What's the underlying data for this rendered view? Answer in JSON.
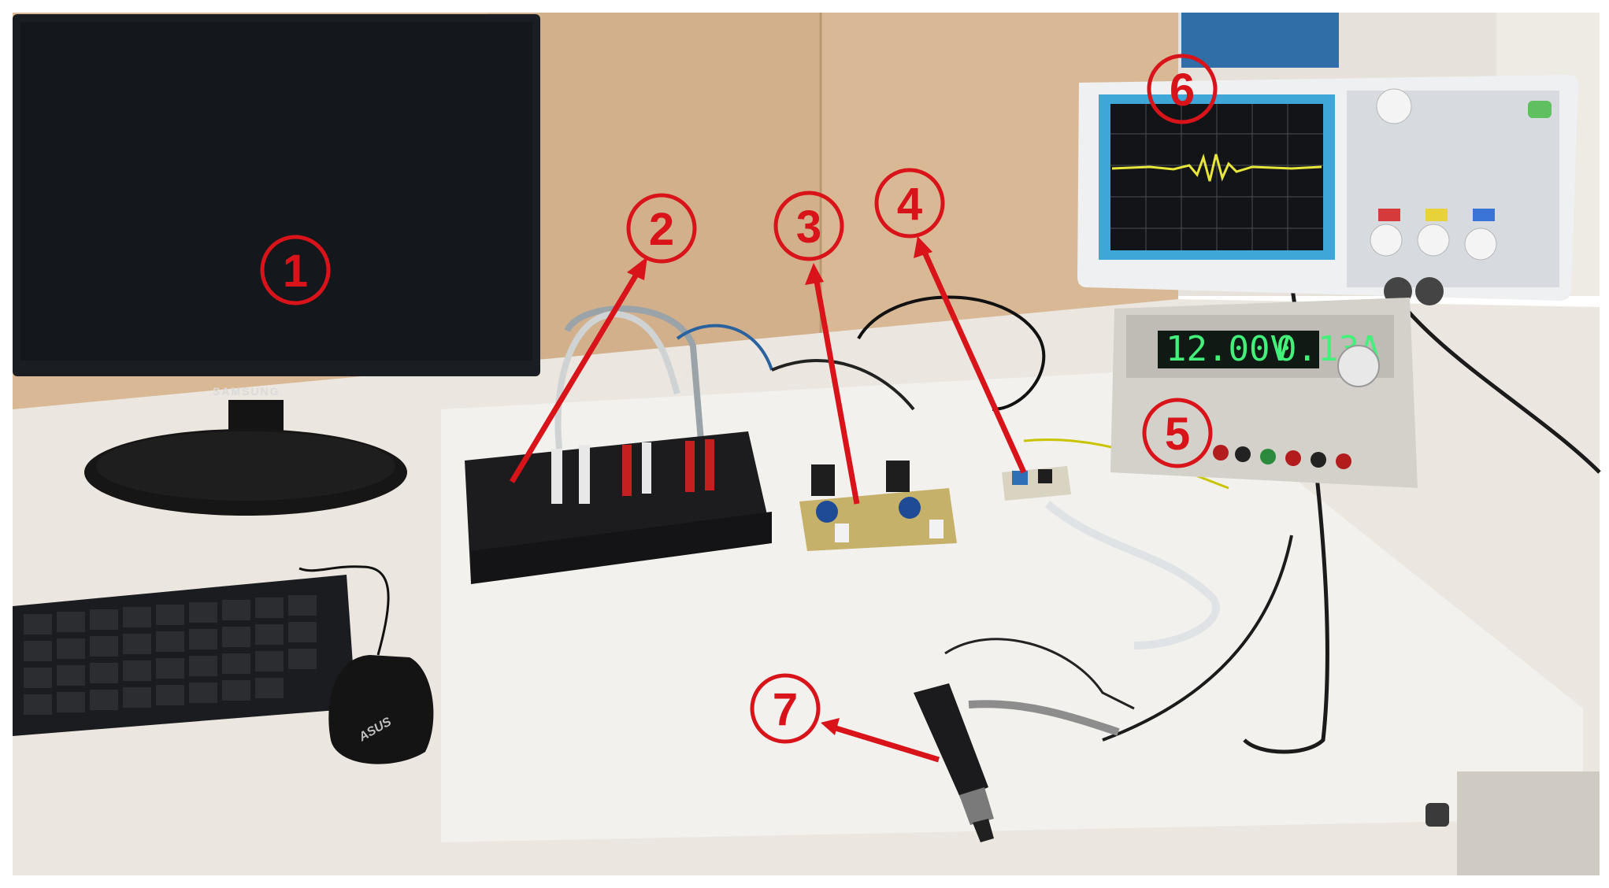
{
  "photo": {
    "description_free": true
  },
  "labels": [
    {
      "id": "1",
      "text": "1"
    },
    {
      "id": "2",
      "text": "2"
    },
    {
      "id": "3",
      "text": "3"
    },
    {
      "id": "4",
      "text": "4"
    },
    {
      "id": "5",
      "text": "5"
    },
    {
      "id": "6",
      "text": "6"
    },
    {
      "id": "7",
      "text": "7"
    }
  ],
  "monitor": {
    "brand": "SAMSUNG"
  },
  "mouse": {
    "brand": "ASUS"
  },
  "power_supply": {
    "voltage_readout": "12.00V",
    "current_readout": "0.13A"
  },
  "colors": {
    "annotation_red": "#d8141a",
    "table": "#e9e7e2",
    "wall": "#d7b896",
    "lcd_green": "#43f07a",
    "scope_trace": "#e8e63a"
  }
}
